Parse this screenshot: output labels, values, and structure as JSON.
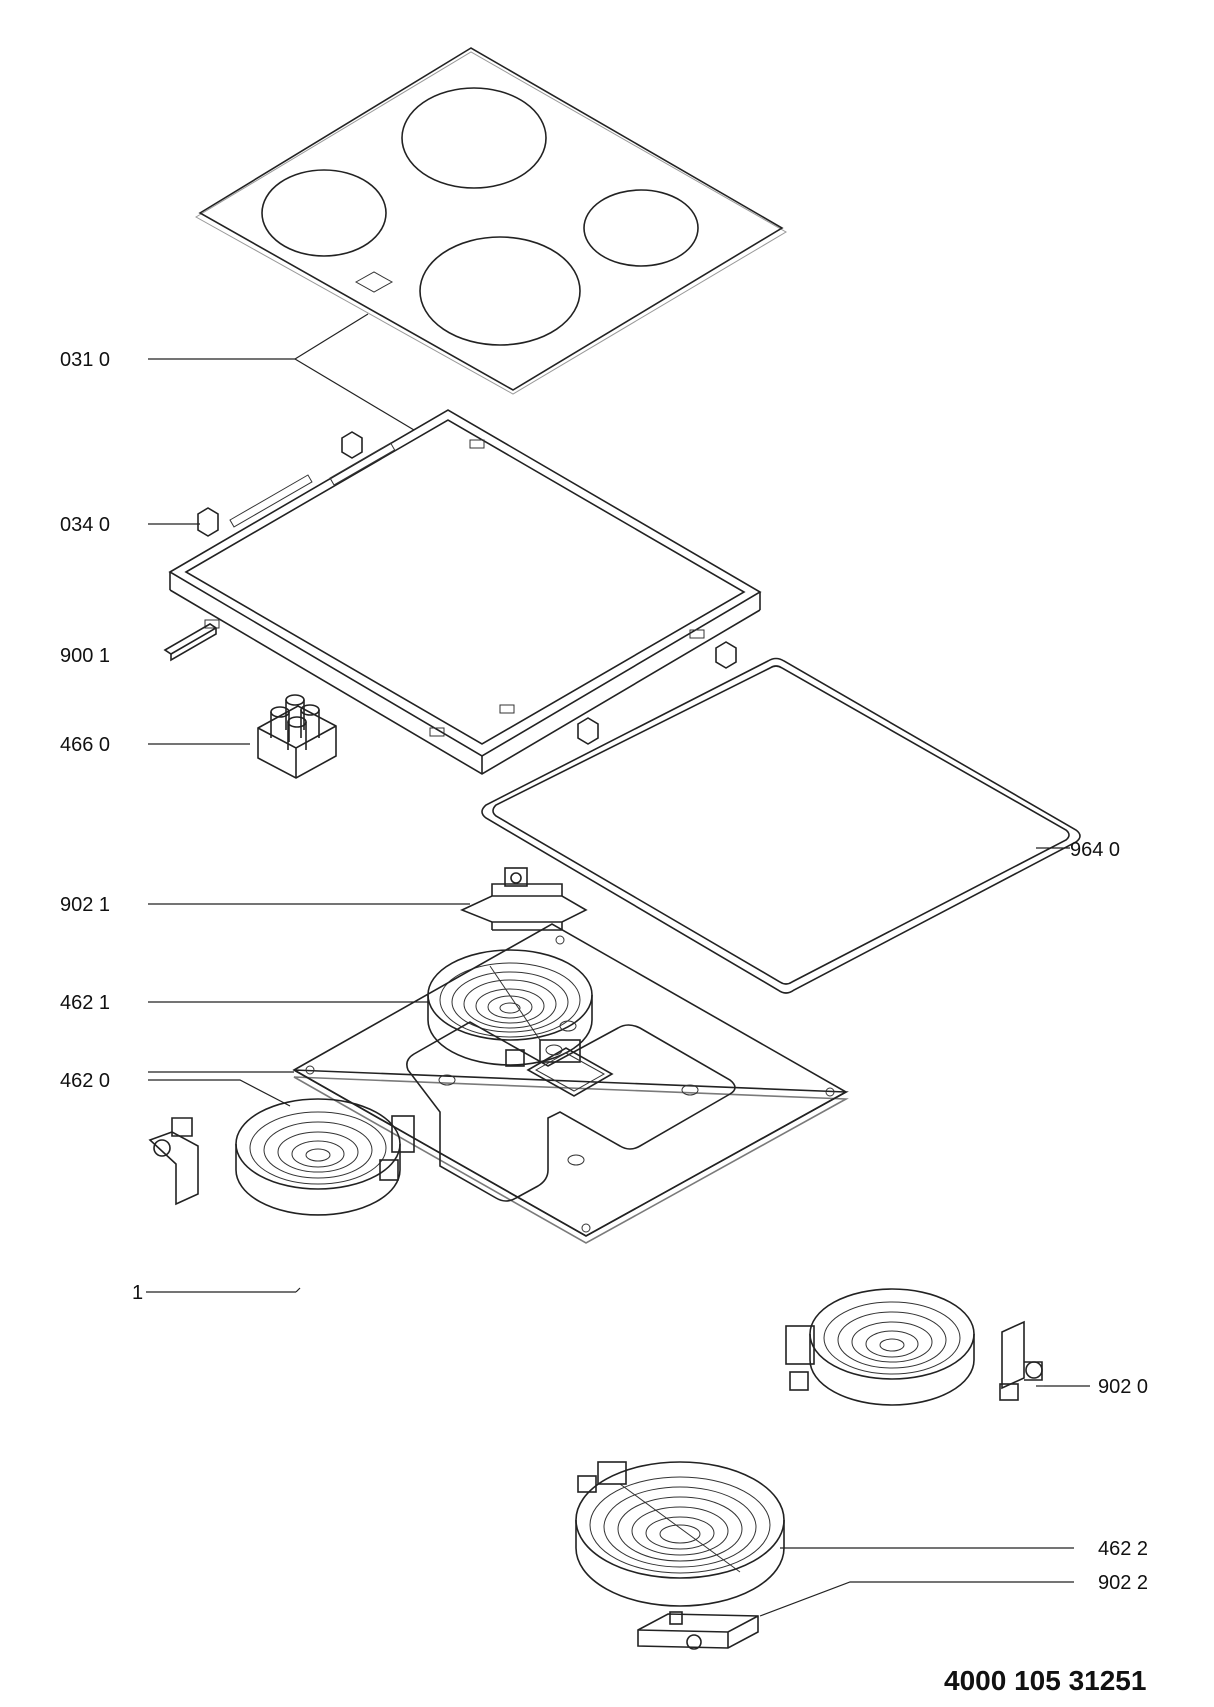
{
  "labels": {
    "l031": "031 0",
    "l034": "034 0",
    "l9001": "900 1",
    "l466": "466 0",
    "l964": "964 0",
    "l9021": "902 1",
    "l4621": "462 1",
    "l4620": "462 0",
    "l1": "1",
    "l9020": "902 0",
    "l4622": "462 2",
    "l9022": "902 2"
  },
  "document_number": "4000 105 31251"
}
